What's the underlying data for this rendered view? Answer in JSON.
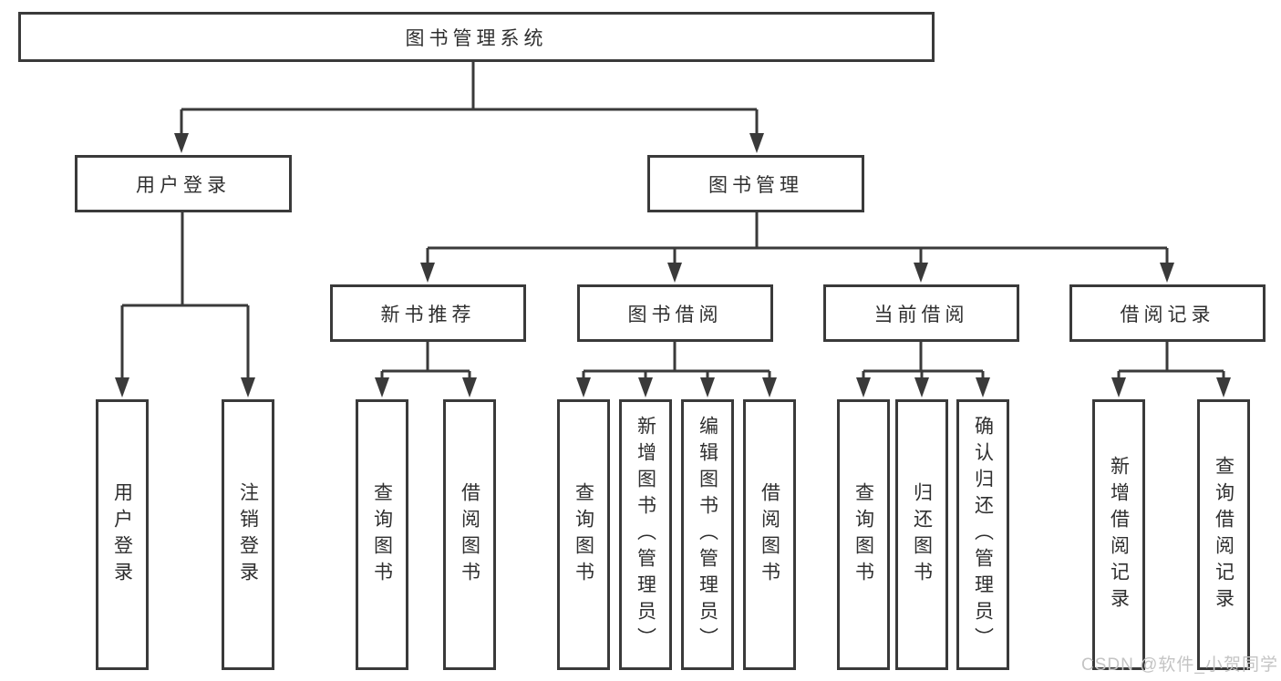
{
  "diagram": {
    "root": {
      "label": "图书管理系统"
    },
    "level2": {
      "user_login": {
        "label": "用户登录"
      },
      "book_management": {
        "label": "图书管理"
      }
    },
    "level3": {
      "new_book_recommend": {
        "label": "新书推荐"
      },
      "book_borrowing": {
        "label": "图书借阅"
      },
      "current_borrowing": {
        "label": "当前借阅"
      },
      "borrowing_records": {
        "label": "借阅记录"
      }
    },
    "leaves": {
      "user_login": {
        "label": "用户登录"
      },
      "logout": {
        "label": "注销登录"
      },
      "recommend_query_books": {
        "label": "查询图书"
      },
      "recommend_borrow_books": {
        "label": "借阅图书"
      },
      "borrowing_query_books": {
        "label": "查询图书"
      },
      "borrowing_add_books": {
        "label": "新增图书（管理员）"
      },
      "borrowing_edit_books": {
        "label": "编辑图书（管理员）"
      },
      "borrowing_borrow_books": {
        "label": "借阅图书"
      },
      "current_query_books": {
        "label": "查询图书"
      },
      "current_return_books": {
        "label": "归还图书"
      },
      "current_confirm_return": {
        "label": "确认归还（管理员）"
      },
      "records_add_record": {
        "label": "新增借阅记录"
      },
      "records_query_record": {
        "label": "查询借阅记录"
      }
    }
  },
  "watermark": {
    "text": "CSDN @软件_小贺同学"
  },
  "colors": {
    "line": "#3a3a3a",
    "text": "#2f2f2f",
    "watermark": "#c4c4c4",
    "background": "#ffffff"
  }
}
